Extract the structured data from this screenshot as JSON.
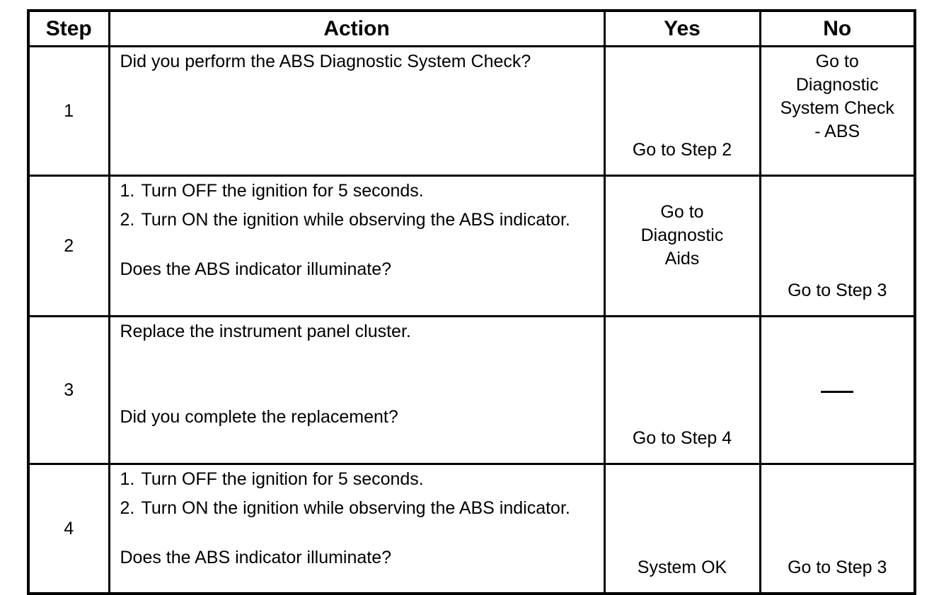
{
  "headers": {
    "step": "Step",
    "action": "Action",
    "yes": "Yes",
    "no": "No"
  },
  "rows": [
    {
      "step": "1",
      "action_text": "Did you perform the ABS Diagnostic System Check?",
      "yes": "Go to Step 2",
      "no": [
        "Go to",
        "Diagnostic",
        "System Check",
        "- ABS"
      ]
    },
    {
      "step": "2",
      "items": [
        {
          "num": "1.",
          "text": "Turn OFF the ignition for 5 seconds."
        },
        {
          "num": "2.",
          "text": "Turn ON the ignition while observing the ABS indicator."
        }
      ],
      "question": "Does the ABS indicator illuminate?",
      "yes": [
        "Go to",
        "Diagnostic",
        "Aids"
      ],
      "no": "Go to Step 3"
    },
    {
      "step": "3",
      "action_text": "Replace the instrument panel cluster.",
      "question": "Did you complete the replacement?",
      "yes": "Go to Step 4",
      "no": "—"
    },
    {
      "step": "4",
      "items": [
        {
          "num": "1.",
          "text": "Turn OFF the ignition for 5 seconds."
        },
        {
          "num": "2.",
          "text": "Turn ON the ignition while observing the ABS indicator."
        }
      ],
      "question": "Does the ABS indicator illuminate?",
      "yes": "System OK",
      "no": "Go to Step 3"
    }
  ]
}
